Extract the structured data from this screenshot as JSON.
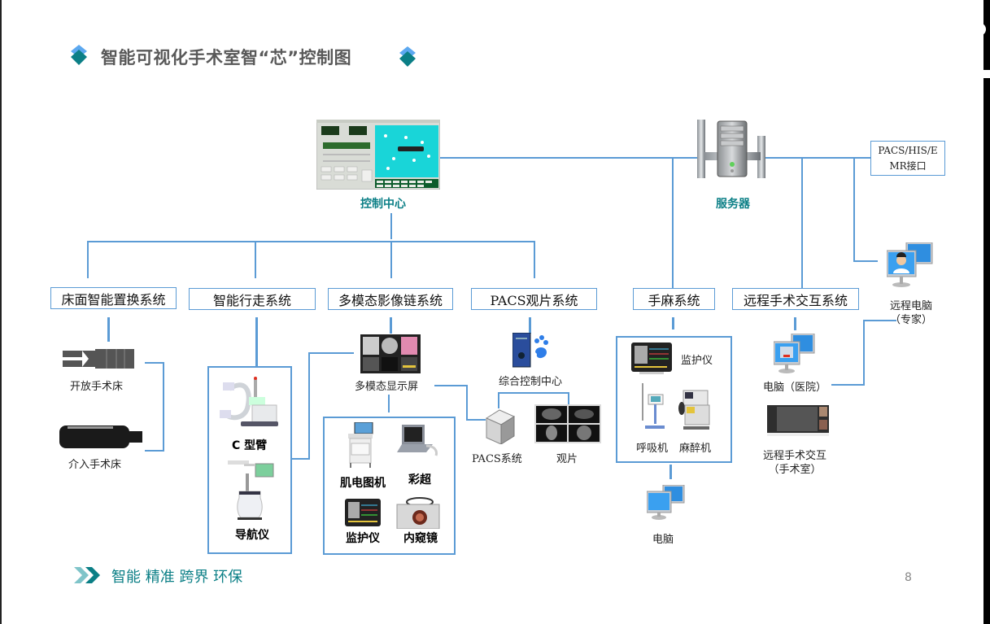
{
  "slide": {
    "title": "智能可视化手术室智“芯”控制图",
    "footer_slogan": "智能 精准 跨界 环保",
    "page_number": "8",
    "colors": {
      "accent_teal": "#0b7f86",
      "connector_blue": "#5b9bd5",
      "diamond_light": "#5ca8f0",
      "title_gray": "#595959"
    }
  },
  "top": {
    "control_center": {
      "label": "控制中心",
      "icon": "control-panel-screen"
    },
    "server": {
      "label": "服务器",
      "icon": "server-tower"
    },
    "interface": {
      "line1": "PACS/HIS/E",
      "line2": "MR接口"
    }
  },
  "systems": [
    {
      "label": "床面智能置换系统"
    },
    {
      "label": "智能行走系统"
    },
    {
      "label": "多模态影像链系统"
    },
    {
      "label": "PACS观片系统"
    },
    {
      "label": "手麻系统"
    },
    {
      "label": "远程手术交互系统"
    }
  ],
  "bed_system": {
    "items": [
      {
        "label": "开放手术床",
        "icon": "open-surgical-bed"
      },
      {
        "label": "介入手术床",
        "icon": "interventional-bed"
      }
    ]
  },
  "walking_system": {
    "items": [
      {
        "label": "C 型臂",
        "icon": "c-arm"
      },
      {
        "label": "导航仪",
        "icon": "navigator"
      }
    ]
  },
  "imaging_system": {
    "display": {
      "label": "多模态显示屏",
      "icon": "multimodal-display"
    },
    "devices": [
      {
        "label": "肌电图机",
        "icon": "emg-machine"
      },
      {
        "label": "彩超",
        "icon": "color-ultrasound"
      },
      {
        "label": "监护仪",
        "icon": "patient-monitor"
      },
      {
        "label": "内窥镜",
        "icon": "endoscope"
      }
    ]
  },
  "pacs_system": {
    "control": {
      "label": "综合控制中心",
      "icon": "control-pc"
    },
    "pacs": {
      "label": "PACS系统",
      "icon": "pacs-server"
    },
    "viewer": {
      "label": "观片",
      "icon": "ct-images"
    }
  },
  "anesthesia_system": {
    "devices": [
      {
        "label": "监护仪",
        "icon": "patient-monitor"
      },
      {
        "label": "呼吸机",
        "icon": "ventilator"
      },
      {
        "label": "麻醉机",
        "icon": "anesthesia-machine"
      }
    ],
    "computer": {
      "label": "电脑",
      "icon": "computers"
    }
  },
  "remote_system": {
    "hospital_pc": {
      "label": "电脑（医院）",
      "icon": "hospital-computer"
    },
    "remote_pc": {
      "line1": "远程电脑",
      "line2": "（专家）",
      "icon": "expert-computer"
    },
    "or_view": {
      "line1": "远程手术交互",
      "line2": "（手术室）",
      "icon": "surgery-video"
    }
  }
}
